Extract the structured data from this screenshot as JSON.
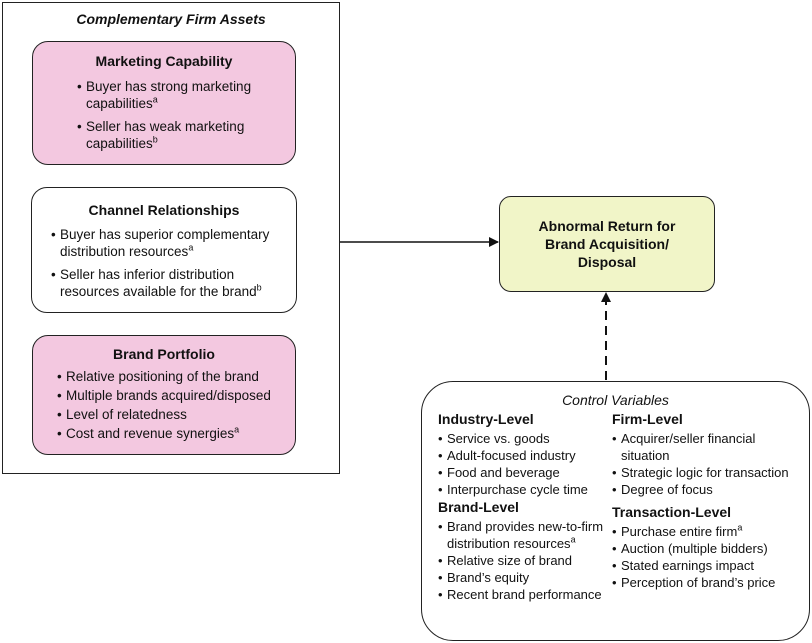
{
  "complementary": {
    "title": "Complementary Firm Assets",
    "marketing": {
      "title": "Marketing Capability",
      "items": [
        {
          "text": "Buyer has strong marketing capabilities",
          "note": "a"
        },
        {
          "text": "Seller has weak marketing capabilities",
          "note": "b"
        }
      ]
    },
    "channel": {
      "title": "Channel Relationships",
      "items": [
        {
          "text": "Buyer has superior complementary distribution resources",
          "note": "a"
        },
        {
          "text": "Seller has inferior distribution resources available for the brand",
          "note": "b"
        }
      ]
    },
    "portfolio": {
      "title": "Brand Portfolio",
      "items": [
        {
          "text": "Relative positioning of the brand",
          "note": ""
        },
        {
          "text": "Multiple brands acquired/disposed",
          "note": ""
        },
        {
          "text": "Level of relatedness",
          "note": ""
        },
        {
          "text": "Cost and revenue synergies",
          "note": "a"
        }
      ]
    }
  },
  "outcome": {
    "line1": "Abnormal Return for",
    "line2": "Brand Acquisition/",
    "line3": "Disposal"
  },
  "controls": {
    "title": "Control Variables",
    "industry": {
      "heading": "Industry-Level",
      "items": [
        {
          "text": "Service vs. goods",
          "note": ""
        },
        {
          "text": "Adult-focused industry",
          "note": ""
        },
        {
          "text": "Food and beverage",
          "note": ""
        },
        {
          "text": "Interpurchase cycle time",
          "note": ""
        }
      ]
    },
    "brand": {
      "heading": "Brand-Level",
      "items": [
        {
          "text": "Brand provides new-to-firm distribution resources",
          "note": "a"
        },
        {
          "text": "Relative size of brand",
          "note": ""
        },
        {
          "text": "Brand’s equity",
          "note": ""
        },
        {
          "text": "Recent brand performance",
          "note": ""
        }
      ]
    },
    "firm": {
      "heading": "Firm-Level",
      "items": [
        {
          "text": "Acquirer/seller financial situation",
          "note": ""
        },
        {
          "text": "Strategic logic for transaction",
          "note": ""
        },
        {
          "text": "Degree of focus",
          "note": ""
        }
      ]
    },
    "transaction": {
      "heading": "Transaction-Level",
      "items": [
        {
          "text": "Purchase entire firm",
          "note": "a"
        },
        {
          "text": "Auction (multiple bidders)",
          "note": ""
        },
        {
          "text": "Stated earnings impact",
          "note": ""
        },
        {
          "text": "Perception of brand’s price",
          "note": ""
        }
      ]
    }
  },
  "colors": {
    "pink_fill": "#f3c8e0",
    "outcome_fill": "#f1f5c8",
    "line": "#222222"
  }
}
